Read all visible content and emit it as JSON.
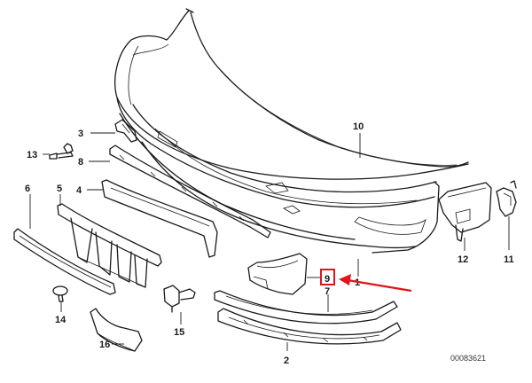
{
  "labels": {
    "p1": "1",
    "p2": "2",
    "p3": "3",
    "p4": "4",
    "p5": "5",
    "p6": "6",
    "p7": "7",
    "p8": "8",
    "p9": "9",
    "p10": "10",
    "p11": "11",
    "p12": "12",
    "p13": "13",
    "p14": "14",
    "p15": "15",
    "p16": "16"
  },
  "diagram_code": "00083621",
  "colors": {
    "highlight": "#e0141b",
    "line": "#1a1a1a",
    "background": "#ffffff"
  }
}
